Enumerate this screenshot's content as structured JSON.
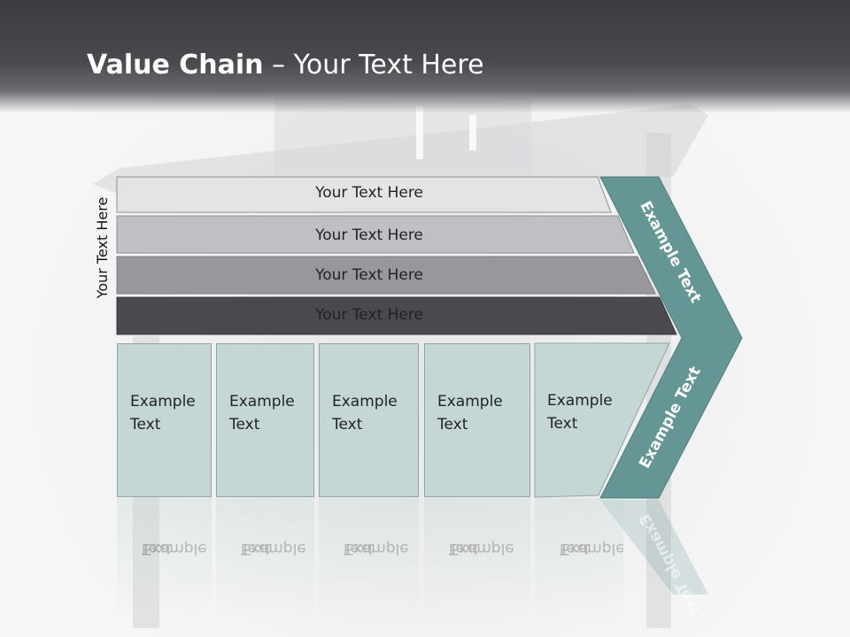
{
  "header": {
    "title_bold": "Value Chain",
    "title_rest": " – Your Text Here"
  },
  "side_label": "Your Text Here",
  "bars": [
    {
      "label": "Your Text Here",
      "color": "#e3e4e6"
    },
    {
      "label": "Your Text Here",
      "color": "#c0bfc4"
    },
    {
      "label": "Your Text Here",
      "color": "#98979c"
    },
    {
      "label": "Your Text Here",
      "color": "#4a494e"
    }
  ],
  "boxes": [
    {
      "line1": "Example",
      "line2": "Text"
    },
    {
      "line1": "Example",
      "line2": "Text"
    },
    {
      "line1": "Example",
      "line2": "Text"
    },
    {
      "line1": "Example",
      "line2": "Text"
    },
    {
      "line1": "Example",
      "line2": "Text"
    }
  ],
  "arrow": {
    "upper_text": "Example Text",
    "lower_text": "Example Text",
    "color": "#649695"
  }
}
